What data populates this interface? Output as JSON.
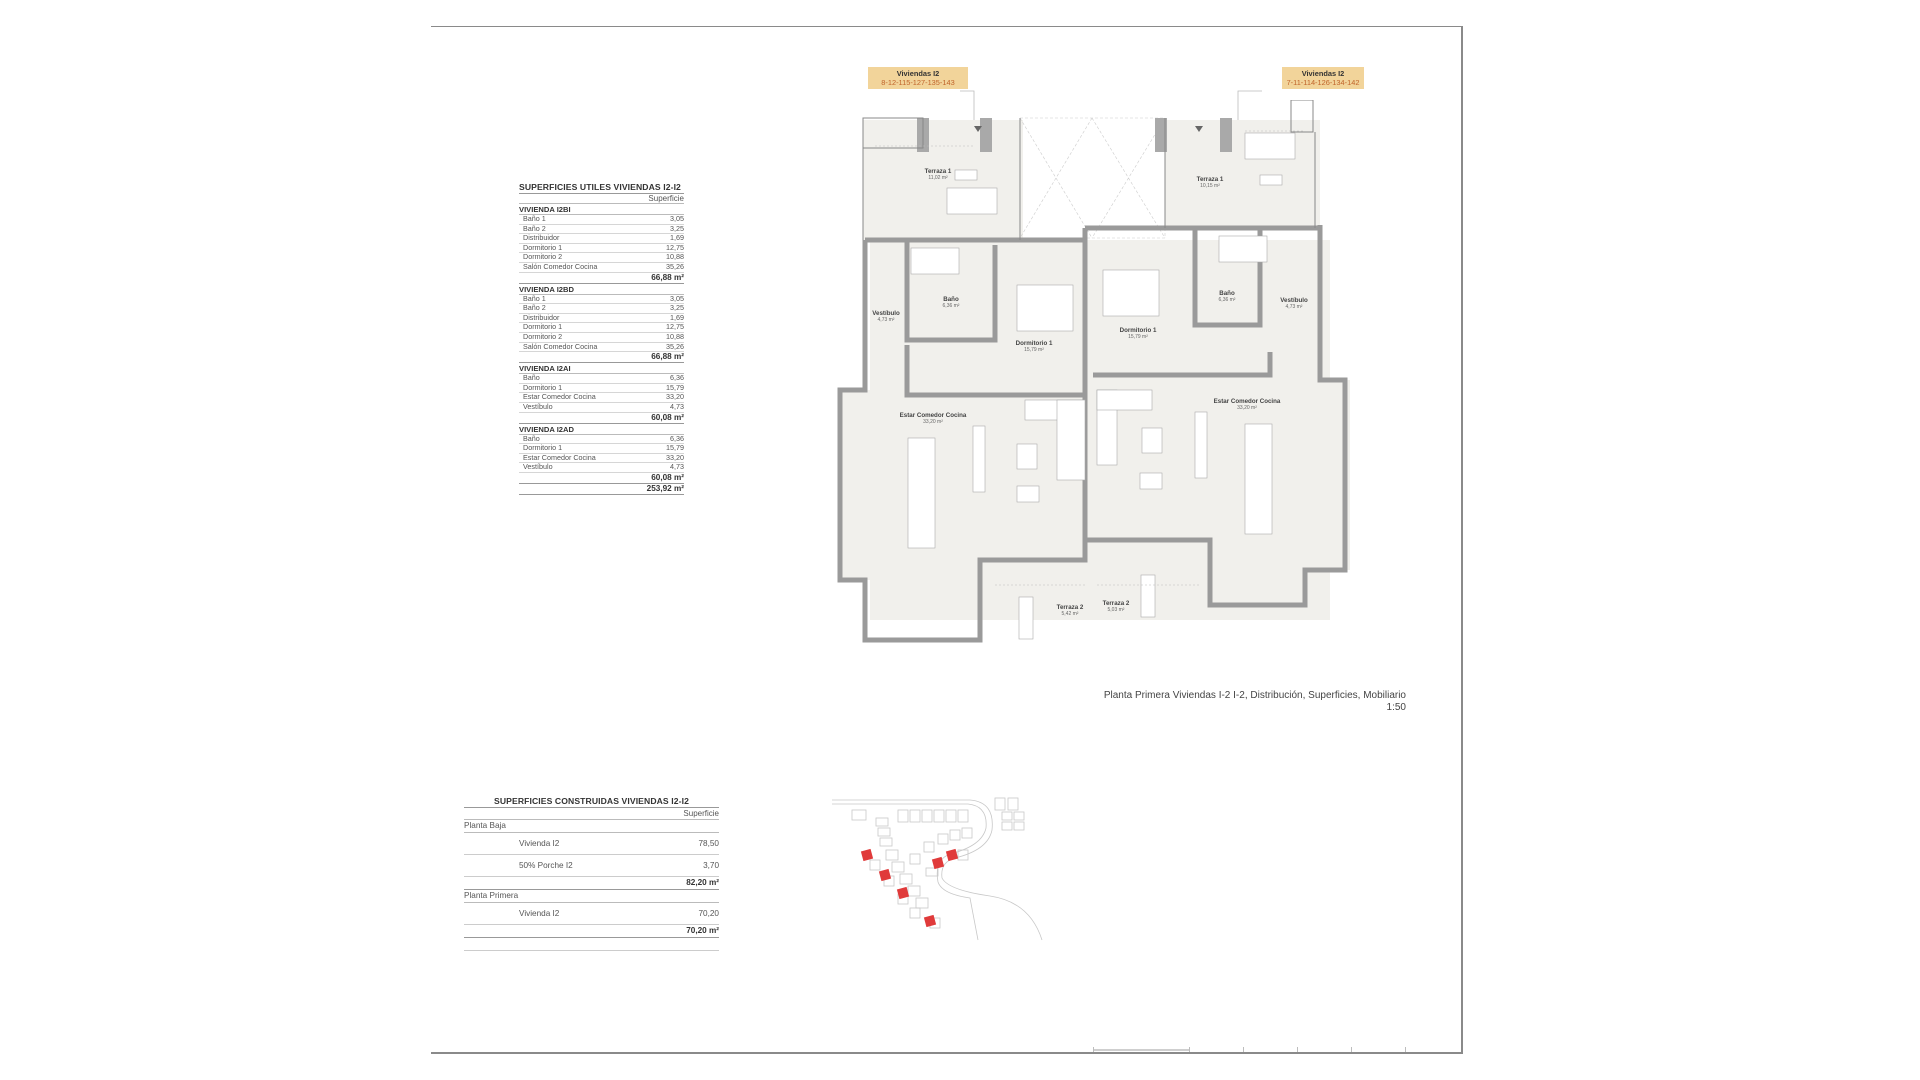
{
  "tags": [
    {
      "title": "Viviendas I2",
      "numbers": "8-12-115-127-135-143"
    },
    {
      "title": "Viviendas I2",
      "numbers": "7-11-114-126-134-142"
    }
  ],
  "superficies_utiles": {
    "title": "SUPERFICIES UTILES VIVIENDAS I2-I2",
    "column": "Superficie",
    "groups": [
      {
        "name": "VIVIENDA I2BI",
        "rows": [
          {
            "label": "Baño 1",
            "value": "3,05"
          },
          {
            "label": "Baño 2",
            "value": "3,25"
          },
          {
            "label": "Distribuidor",
            "value": "1,69"
          },
          {
            "label": "Dormitorio 1",
            "value": "12,75"
          },
          {
            "label": "Dormitorio 2",
            "value": "10,88"
          },
          {
            "label": "Salón Comedor Cocina",
            "value": "35,26"
          }
        ],
        "total": "66,88 m²"
      },
      {
        "name": "VIVIENDA I2BD",
        "rows": [
          {
            "label": "Baño 1",
            "value": "3,05"
          },
          {
            "label": "Baño 2",
            "value": "3,25"
          },
          {
            "label": "Distribuidor",
            "value": "1,69"
          },
          {
            "label": "Dormitorio 1",
            "value": "12,75"
          },
          {
            "label": "Dormitorio 2",
            "value": "10,88"
          },
          {
            "label": "Salón Comedor Cocina",
            "value": "35,26"
          }
        ],
        "total": "66,88 m²"
      },
      {
        "name": "VIVIENDA I2AI",
        "rows": [
          {
            "label": "Baño",
            "value": "6,36"
          },
          {
            "label": "Dormitorio 1",
            "value": "15,79"
          },
          {
            "label": "Estar Comedor Cocina",
            "value": "33,20"
          },
          {
            "label": "Vestíbulo",
            "value": "4,73"
          }
        ],
        "total": "60,08 m²"
      },
      {
        "name": "VIVIENDA I2AD",
        "rows": [
          {
            "label": "Baño",
            "value": "6,36"
          },
          {
            "label": "Dormitorio 1",
            "value": "15,79"
          },
          {
            "label": "Estar Comedor Cocina",
            "value": "33,20"
          },
          {
            "label": "Vestíbulo",
            "value": "4,73"
          }
        ],
        "total": "60,08 m²"
      }
    ],
    "grand_total": "253,92 m²"
  },
  "superficies_construidas": {
    "title": "SUPERFICIES CONSTRUIDAS VIVIENDAS I2-I2",
    "column": "Superficie",
    "levels": [
      {
        "name": "Planta Baja",
        "rows": [
          {
            "label": "Vivienda I2",
            "value": "78,50"
          },
          {
            "label": "50% Porche I2",
            "value": "3,70"
          }
        ],
        "total": "82,20 m²"
      },
      {
        "name": "Planta Primera",
        "rows": [
          {
            "label": "Vivienda I2",
            "value": "70,20"
          }
        ],
        "total": "70,20 m²"
      }
    ]
  },
  "caption": {
    "title": "Planta Primera Viviendas I-2 I-2, Distribución, Superficies, Mobiliario",
    "scale": "1:50"
  },
  "rooms": [
    {
      "name": "Terraza 1",
      "area": "11,02 m²"
    },
    {
      "name": "Terraza 1",
      "area": "10,15 m²"
    },
    {
      "name": "Vestíbulo",
      "area": "4,73 m²"
    },
    {
      "name": "Baño",
      "area": "6,36 m²"
    },
    {
      "name": "Dormitorio 1",
      "area": "15,79 m²"
    },
    {
      "name": "Dormitorio 1",
      "area": "15,79 m²"
    },
    {
      "name": "Baño",
      "area": "6,36 m²"
    },
    {
      "name": "Vestíbulo",
      "area": "4,73 m²"
    },
    {
      "name": "Estar Comedor Cocina",
      "area": "33,20 m²"
    },
    {
      "name": "Estar Comedor Cocina",
      "area": "33,20 m²"
    },
    {
      "name": "Terraza 2",
      "area": "5,42 m²"
    },
    {
      "name": "Terraza 2",
      "area": "5,03 m²"
    }
  ],
  "colors": {
    "tag_bg": "#f2d49a",
    "tag_numbers": "#c0642a",
    "wall": "#a9a9a9",
    "floor": "#f1f0ec",
    "highlight": "#e03a3a"
  }
}
